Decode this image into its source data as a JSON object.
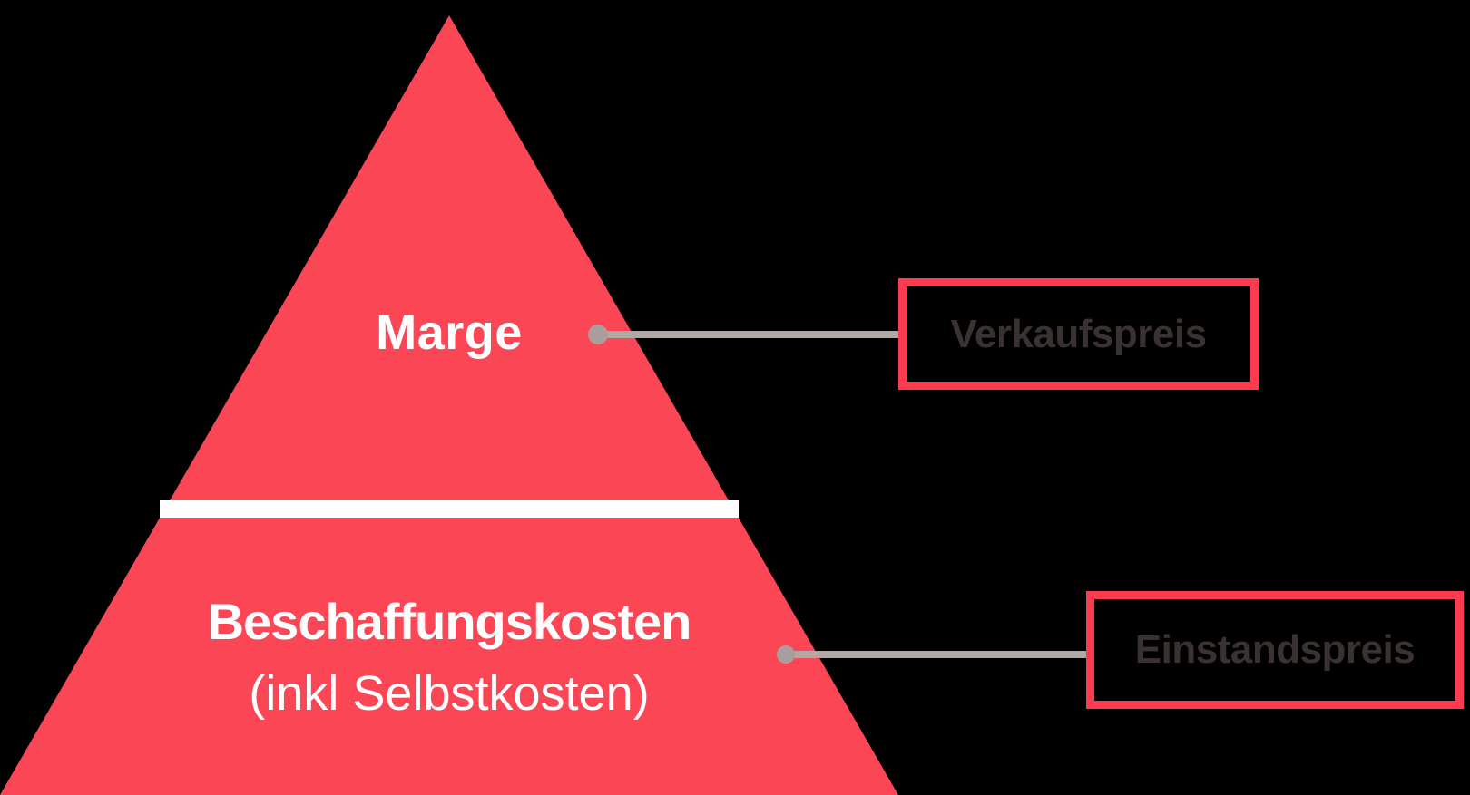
{
  "theme": {
    "red": "#fb4656",
    "border_red": "#fc3a50",
    "connector": "#b2a7a5",
    "dot": "#a99e9d",
    "dark_text": "#3a3134",
    "white": "#ffffff",
    "background": "#000000"
  },
  "pyramid": {
    "shape": "triangle",
    "fill": "#fb4656",
    "divider_color": "#ffffff",
    "sections": [
      {
        "label": "Marge",
        "position": "top",
        "text_color": "#ffffff"
      },
      {
        "label": "Beschaffungskosten",
        "sublabel": "(inkl Selbstkosten)",
        "position": "bottom",
        "text_color": "#ffffff"
      }
    ]
  },
  "callouts": [
    {
      "label": "Verkaufspreis",
      "border_color": "#fc3a50",
      "text_color": "#3a3134",
      "connects_to": "Marge"
    },
    {
      "label": "Einstandspreis",
      "border_color": "#fc3a50",
      "text_color": "#3a3134",
      "connects_to": "Beschaffungskosten"
    }
  ]
}
